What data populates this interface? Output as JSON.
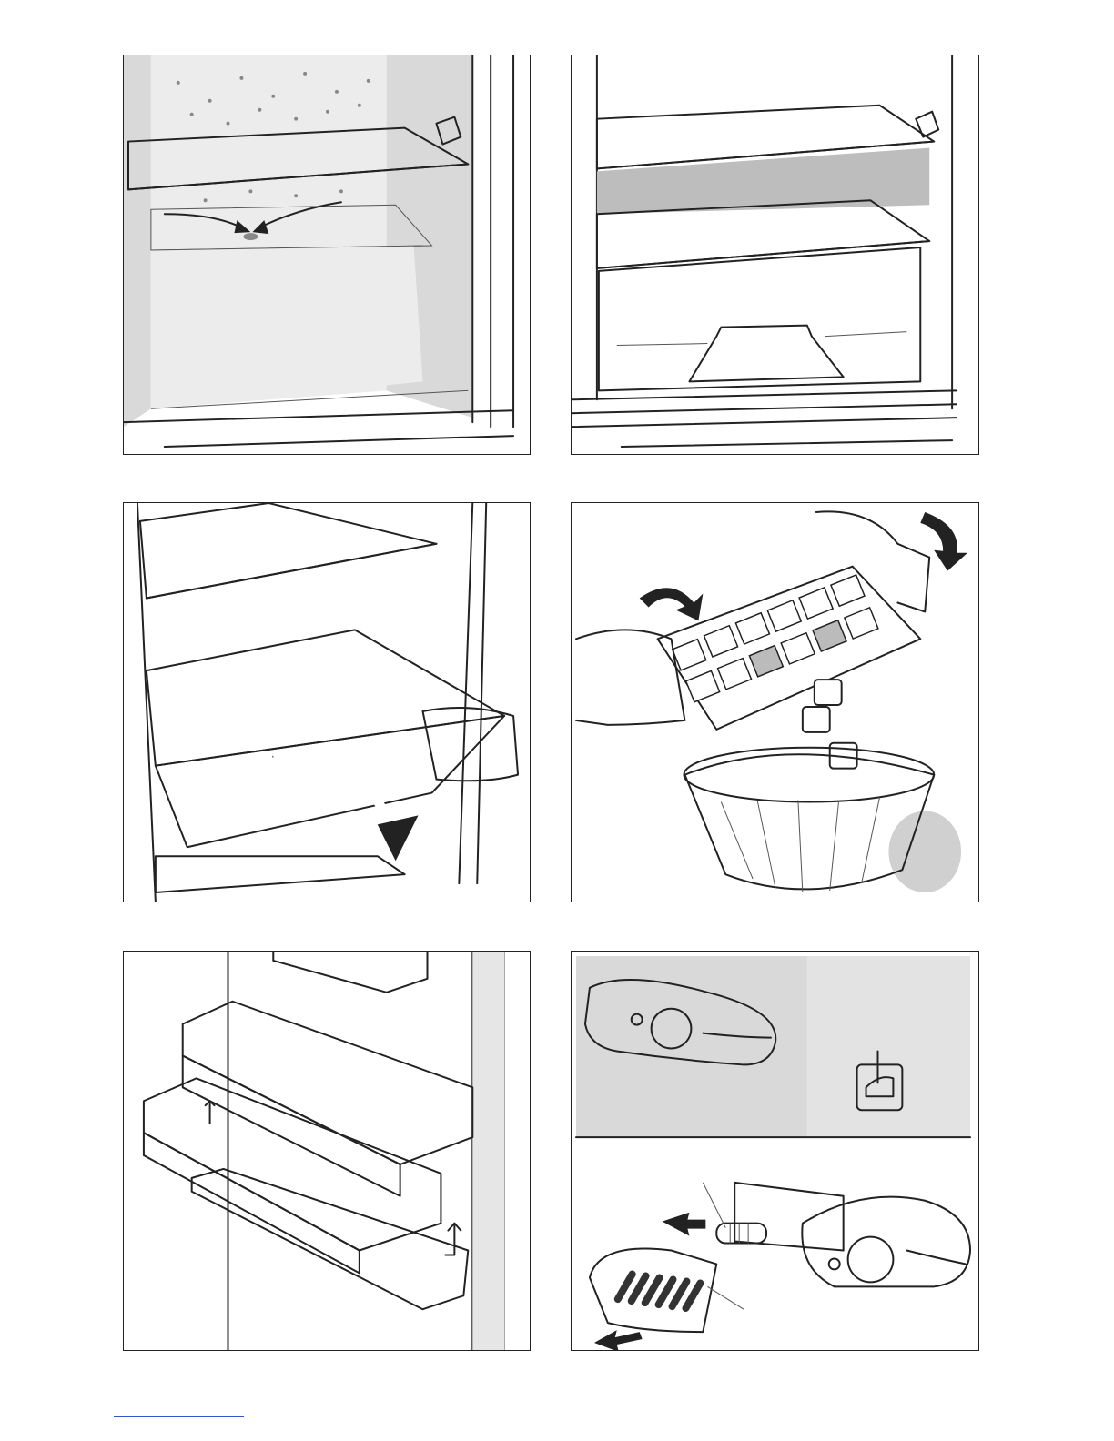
{
  "document": {
    "figures": [
      {
        "id": "fig-1",
        "subject": "refrigerator-interior-defrost-drain"
      },
      {
        "id": "fig-2",
        "subject": "refrigerator-shelves-and-crisper-drawer"
      },
      {
        "id": "fig-3",
        "subject": "removing-glass-shelf"
      },
      {
        "id": "fig-4",
        "subject": "ice-cube-tray-emptying"
      },
      {
        "id": "fig-5",
        "subject": "door-balconies-removal"
      },
      {
        "id": "fig-6",
        "subject": "interior-light-bulb-replacement"
      }
    ],
    "colors": {
      "line": "#222222",
      "shade": "#d9d9d9",
      "footer_rule": "#3355cc"
    }
  }
}
